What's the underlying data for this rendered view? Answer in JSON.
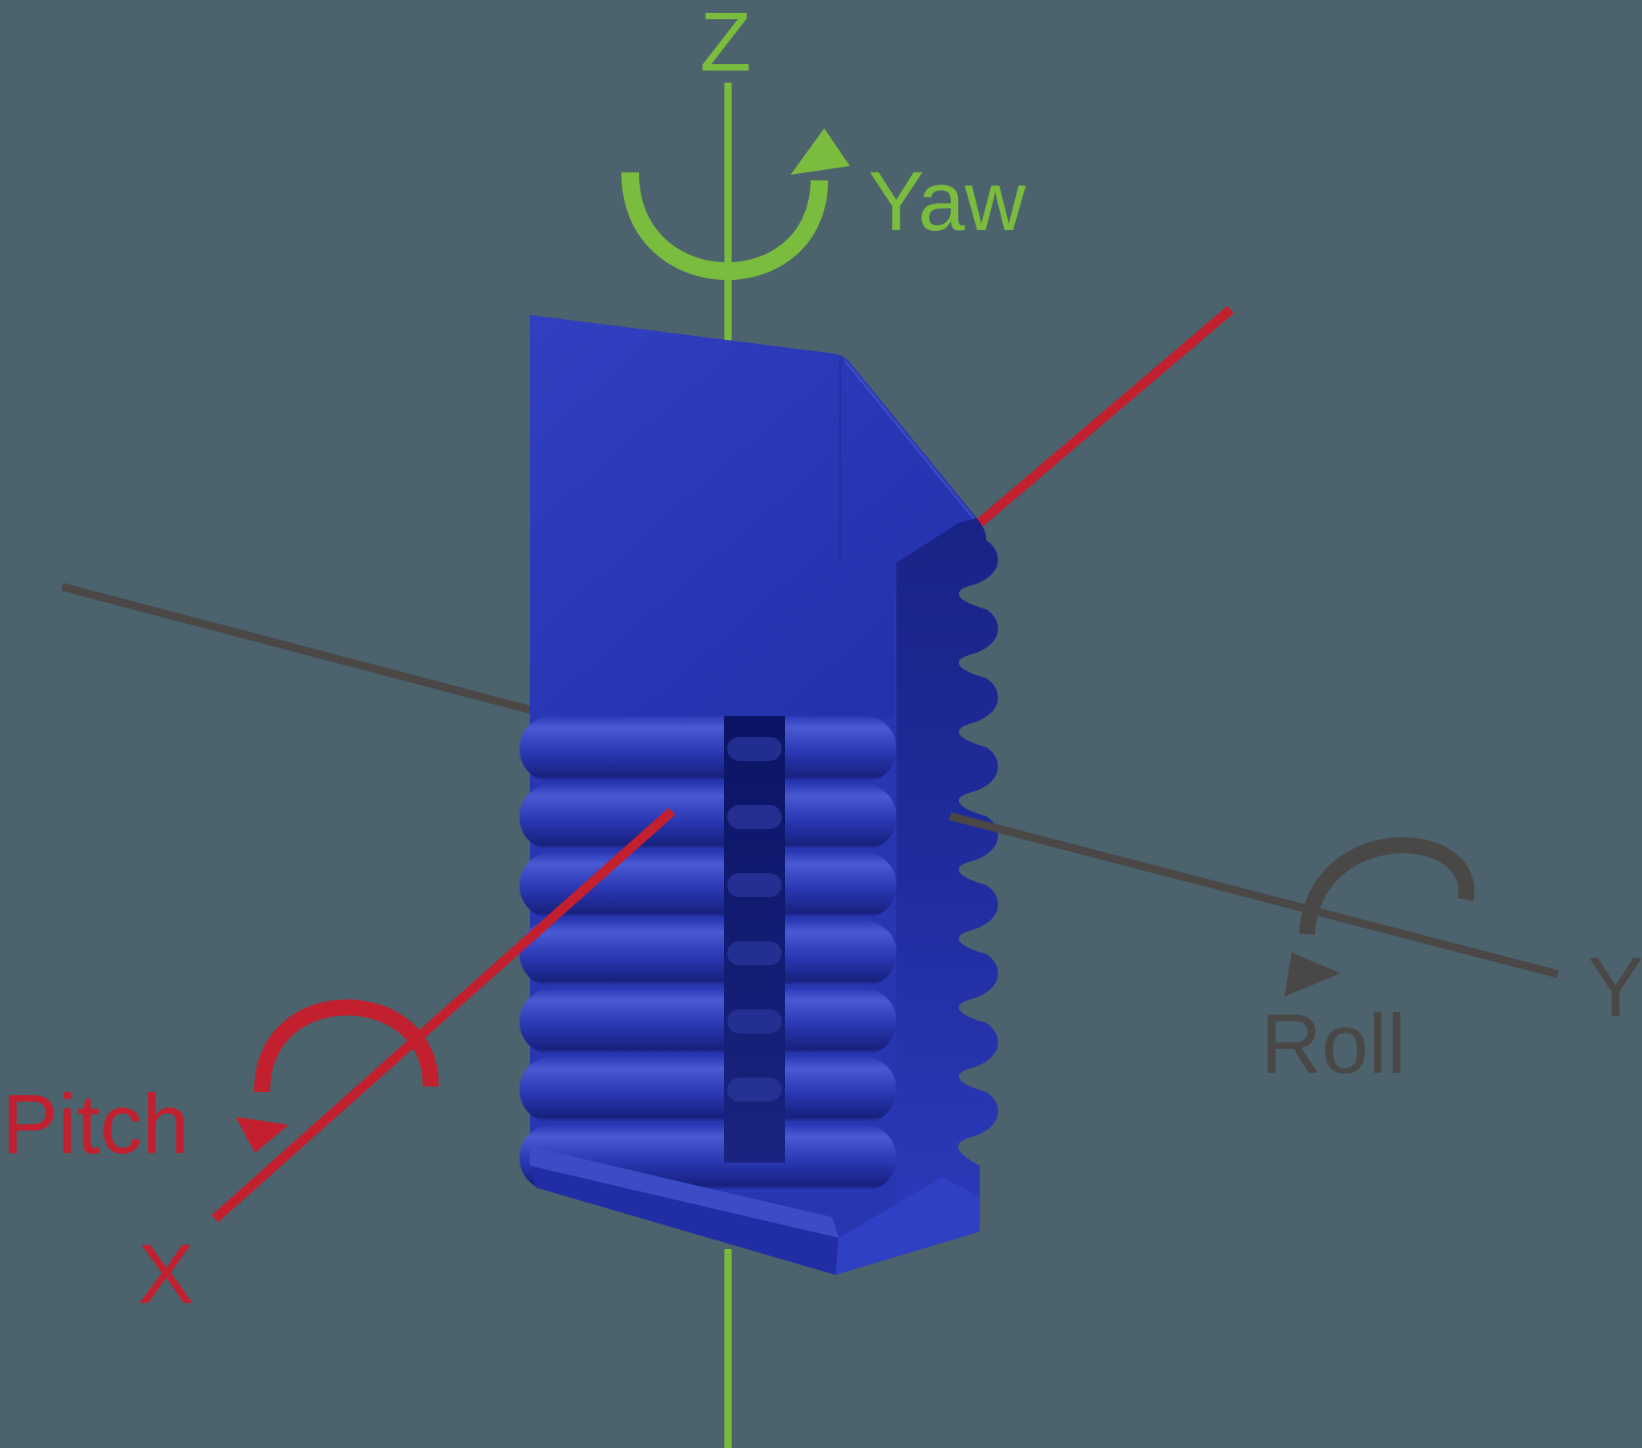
{
  "diagram": {
    "title": "Yaw Pitch Roll rotation axes around a blue 3D printed part",
    "background_color": "#4c626d",
    "object_color": "#2836b2"
  },
  "axes": {
    "z": {
      "label": "Z",
      "rotation_label": "Yaw",
      "color": "#7abd3e"
    },
    "x": {
      "label": "X",
      "rotation_label": "Pitch",
      "color": "#c2202e"
    },
    "y": {
      "label": "Y",
      "rotation_label": "Roll",
      "color": "#4a4747"
    }
  }
}
